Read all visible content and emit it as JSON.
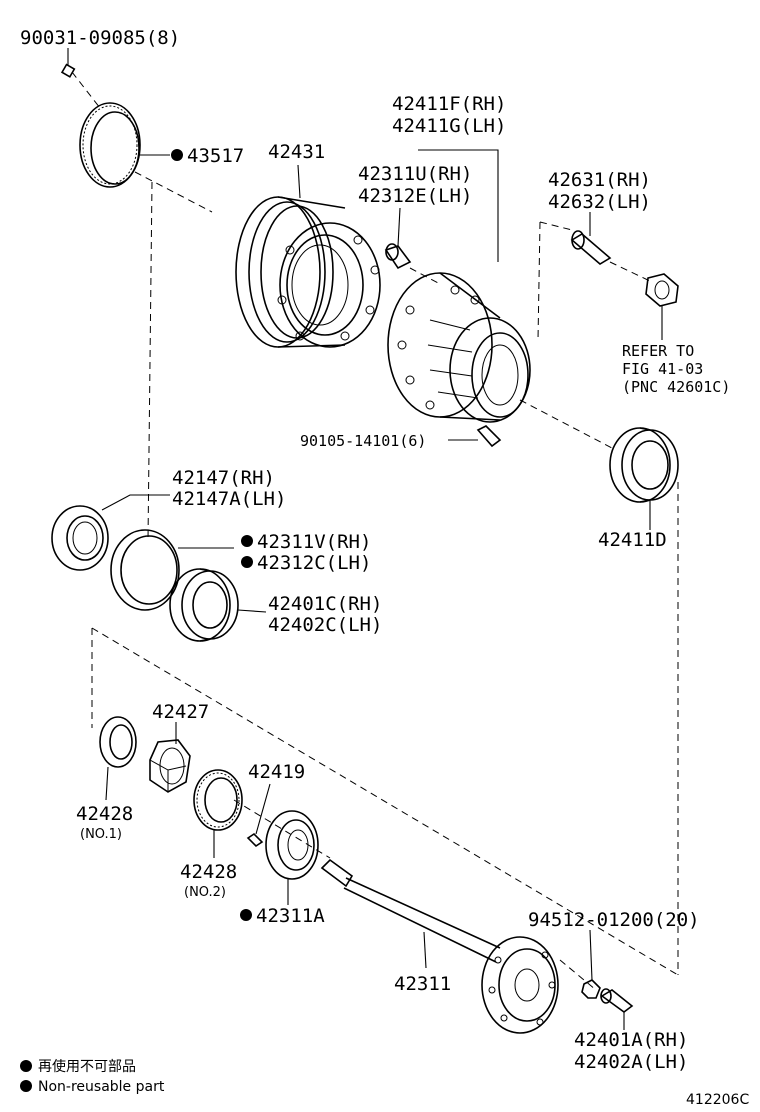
{
  "callouts": {
    "bolt_top": "90031-09085(8)",
    "ring_43517": "43517",
    "drum": "42431",
    "hub_rh": "42411F(RH)",
    "hub_lh": "42411G(LH)",
    "stud_rh": "42311U(RH)",
    "stud_lh": "42312E(LH)",
    "valve_rh": "42631(RH)",
    "valve_lh": "42632(LH)",
    "refer_1": "REFER TO",
    "refer_2": "FIG 41-03",
    "refer_3": "(PNC 42601C)",
    "bolt_hub": "90105-14101(6)",
    "bearing_outer": "42411D",
    "seal_rh": "42147(RH)",
    "seal_lh": "42147A(LH)",
    "spacer_rh": "42311V(RH)",
    "spacer_lh": "42312C(LH)",
    "bearing_rh": "42401C(RH)",
    "bearing_lh": "42402C(LH)",
    "nut": "42427",
    "washer_no1": "42428",
    "washer_no1_sub": "(NO.1)",
    "screw": "42419",
    "washer_no2": "42428",
    "washer_no2_sub": "(NO.2)",
    "gasket": "42311A",
    "shaft": "42311",
    "bolt_flange": "94512-01200(20)",
    "bolt_rh": "42401A(RH)",
    "bolt_lh": "42402A(LH)"
  },
  "legend": {
    "line_jp": "再使用不可部品",
    "line_en": "Non-reusable part"
  },
  "figure_code": "412206C"
}
